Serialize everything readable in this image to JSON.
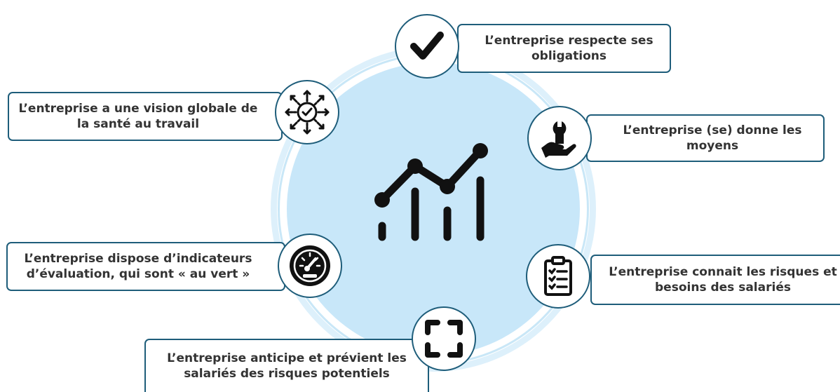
{
  "items": [
    {
      "label": "L’entreprise respecte ses obligations",
      "icon": "checkmark-icon"
    },
    {
      "label": "L’entreprise (se) donne les moyens",
      "icon": "hand-wrench-icon"
    },
    {
      "label": "L’entreprise connait les risques et besoins des salariés",
      "icon": "clipboard-checklist-icon"
    },
    {
      "label": "L’entreprise anticipe et prévient les salariés des risques potentiels",
      "icon": "focus-frame-icon"
    },
    {
      "label": "L’entreprise dispose d’indicateurs d’évaluation, qui sont « au vert »",
      "icon": "gauge-icon"
    },
    {
      "label": "L’entreprise a une vision globale de la santé au travail",
      "icon": "gear-arrows-icon"
    }
  ],
  "center": {
    "icon": "trend-chart-icon"
  },
  "colors": {
    "border": "#1e5d7a",
    "circle_fill": "#c8e7f9",
    "ring": "#ddf0fb",
    "text": "#333333",
    "icon": "#111111"
  }
}
